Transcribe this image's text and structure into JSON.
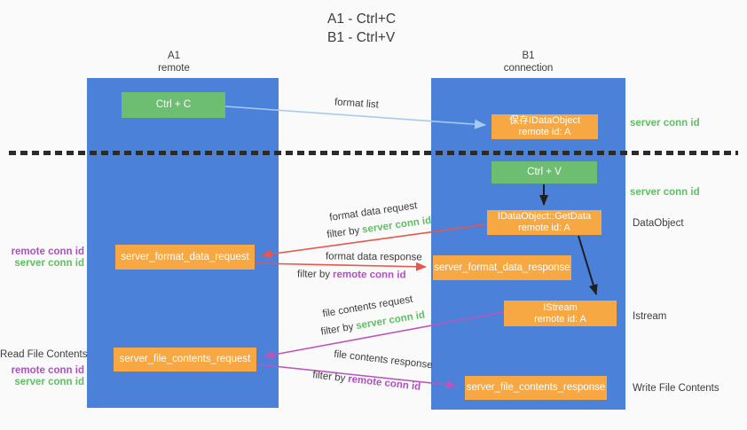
{
  "title": {
    "line1": "A1 - Ctrl+C",
    "line2": "B1 - Ctrl+V"
  },
  "lifelines": {
    "left": {
      "name": "A1",
      "role": "remote"
    },
    "right": {
      "name": "B1",
      "role": "connection"
    }
  },
  "nodes": {
    "ctrl_c": {
      "label": "Ctrl + C"
    },
    "save_idataobject": {
      "line1": "保存IDataObject",
      "line2": "remote id: A"
    },
    "ctrl_v": {
      "label": "Ctrl + V"
    },
    "getdata": {
      "line1": "IDataObject::GetData",
      "line2": "remote id: A"
    },
    "format_request": {
      "label": "server_format_data_request"
    },
    "format_response": {
      "label": "server_format_data_response"
    },
    "istream": {
      "line1": "IStream",
      "line2": "remote id: A"
    },
    "file_request": {
      "label": "server_file_contents_request"
    },
    "file_response": {
      "label": "server_file_contents_response"
    }
  },
  "flow_labels": {
    "format_list": "format list",
    "format_data_request": "format data request",
    "format_data_response": "format data response",
    "file_contents_request": "file contents request",
    "file_contents_response": "file contents response",
    "filter_by": "filter by",
    "server_conn_id": "server conn id",
    "remote_conn_id": "remote conn id"
  },
  "side_labels": {
    "right_server_conn_id_top": "server conn id",
    "right_server_conn_id_mid": "server conn id",
    "dataobject": "DataObject",
    "istream": "Istream",
    "write_file_contents": "Write File Contents",
    "left_remote_conn_id_top": "remote conn id",
    "left_server_conn_id_top": "server conn id",
    "read_file_contents": "Read File Contents",
    "left_remote_conn_id_bottom": "remote conn id",
    "left_server_conn_id_bottom": "server conn id"
  },
  "colors": {
    "lifeline_blue": "#4B81D8",
    "node_orange": "#F8A842",
    "node_green": "#6DBE71",
    "arrow_red": "#E8564E",
    "arrow_magenta": "#BC55BB",
    "arrow_light_blue": "#A5CBEE",
    "arrow_black": "#1F1F1F",
    "conn_id_green": "#5EC062",
    "conn_id_purple": "#B14EC4",
    "text_dark": "#3C3C3C",
    "background": "#FAFAFA"
  }
}
